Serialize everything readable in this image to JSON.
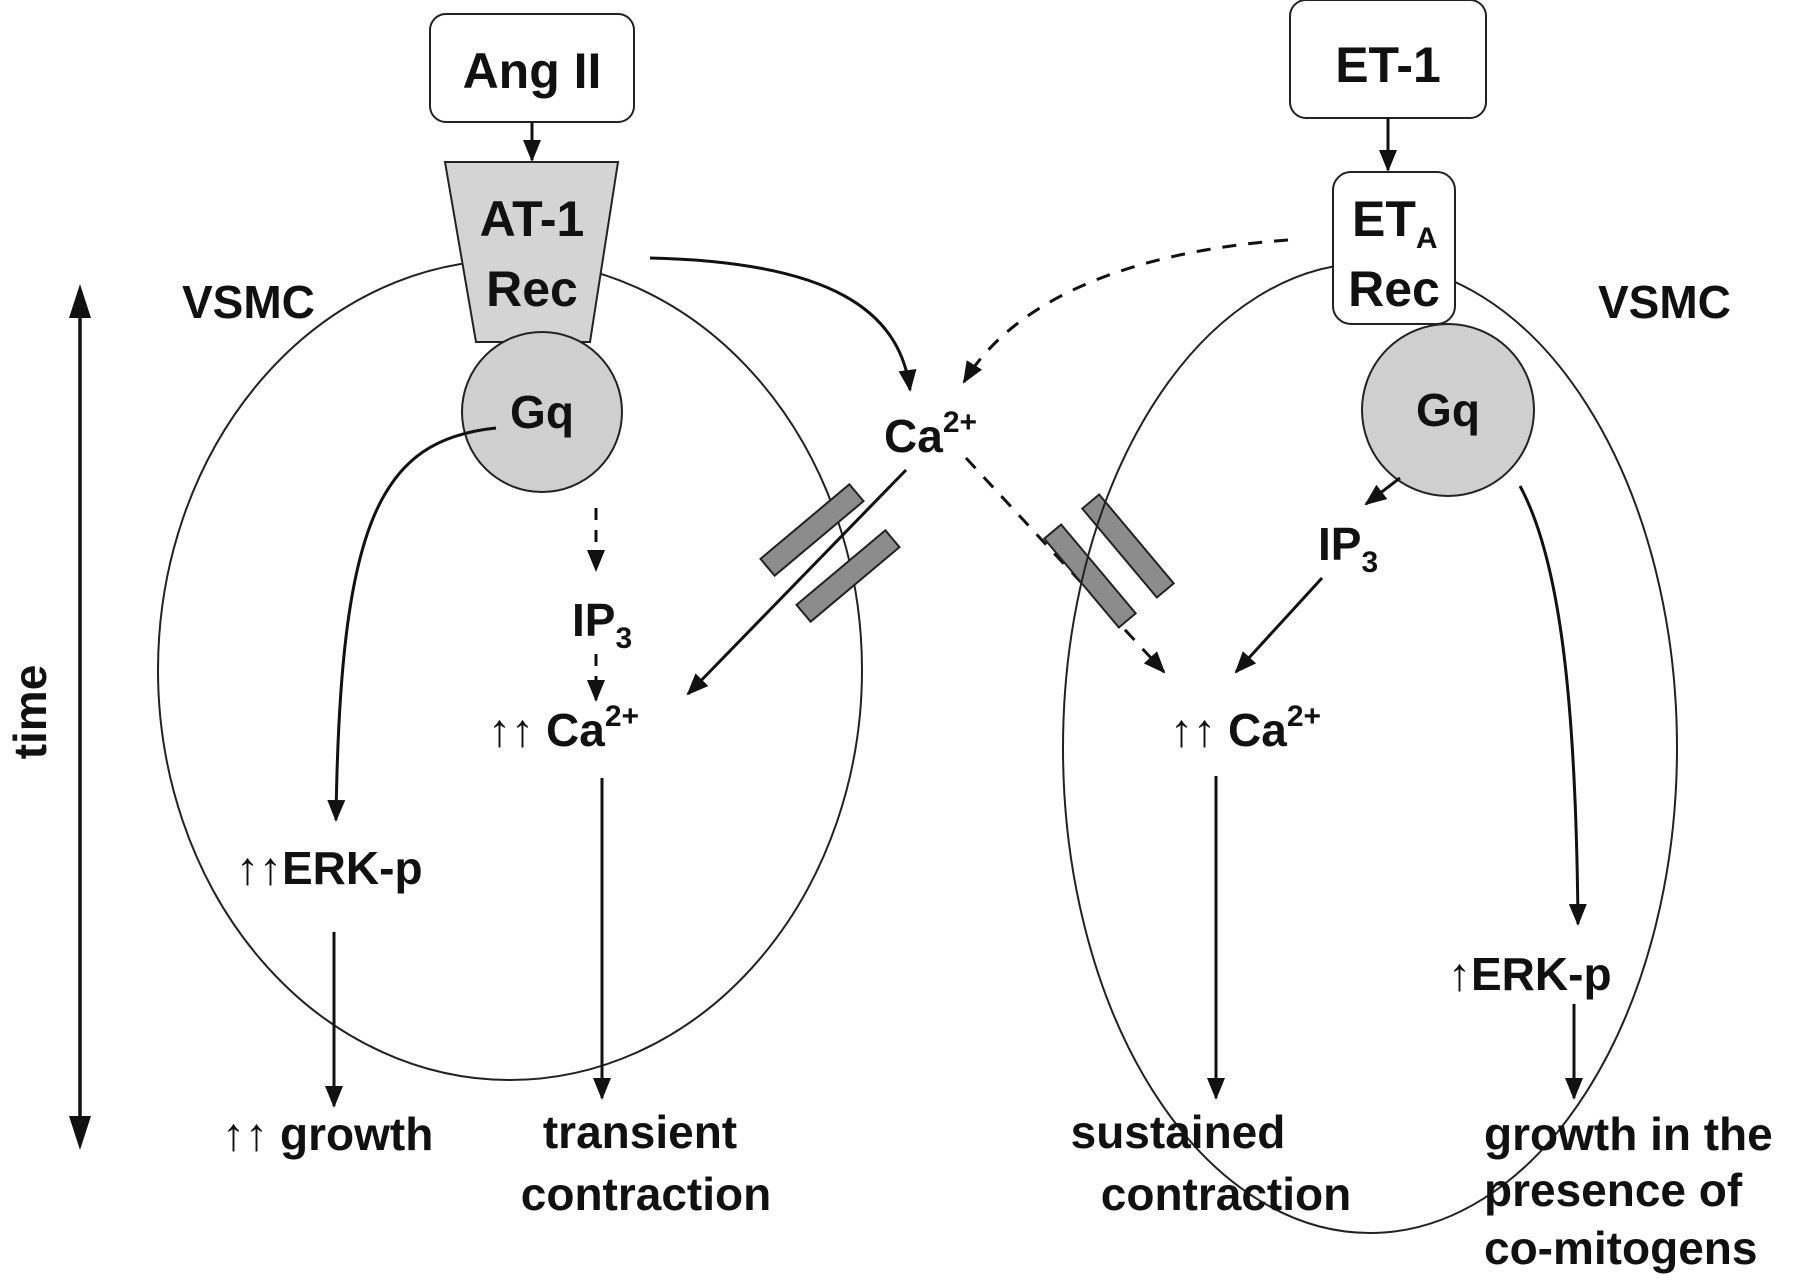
{
  "left_cell": {
    "ligand": "Ang II",
    "receptor_line1": "AT-1",
    "receptor_line2": "Rec",
    "cell_label": "VSMC",
    "gprotein": "Gq",
    "ip3_main": "IP",
    "ip3_sub": "3",
    "calcium_prefix": "↑↑",
    "calcium_main": "Ca",
    "calcium_sup": "2+",
    "erk_prefix": "↑↑",
    "erk_label": "ERK-p",
    "growth_prefix": "↑↑",
    "growth_label": "growth",
    "contraction_line1": "transient",
    "contraction_line2": "contraction"
  },
  "right_cell": {
    "ligand": "ET-1",
    "receptor_main": "ET",
    "receptor_sub": "A",
    "receptor_line2": "Rec",
    "cell_label": "VSMC",
    "gprotein": "Gq",
    "ip3_main": "IP",
    "ip3_sub": "3",
    "calcium_prefix": "↑↑",
    "calcium_main": "Ca",
    "calcium_sup": "2+",
    "erk_prefix": "↑",
    "erk_label": "ERK-p",
    "contraction_line1": "sustained",
    "contraction_line2": "contraction",
    "growth_line1": "growth in the",
    "growth_line2": "presence of",
    "growth_line3": "co-mitogens"
  },
  "extracellular": {
    "calcium_main": "Ca",
    "calcium_sup": "2+"
  },
  "axis": {
    "label": "time"
  },
  "colors": {
    "receptor_fill": "#d4d4d4",
    "gprotein_fill": "#cfcfcf",
    "channel_fill": "#8c8c8c",
    "stroke": "#111111"
  }
}
